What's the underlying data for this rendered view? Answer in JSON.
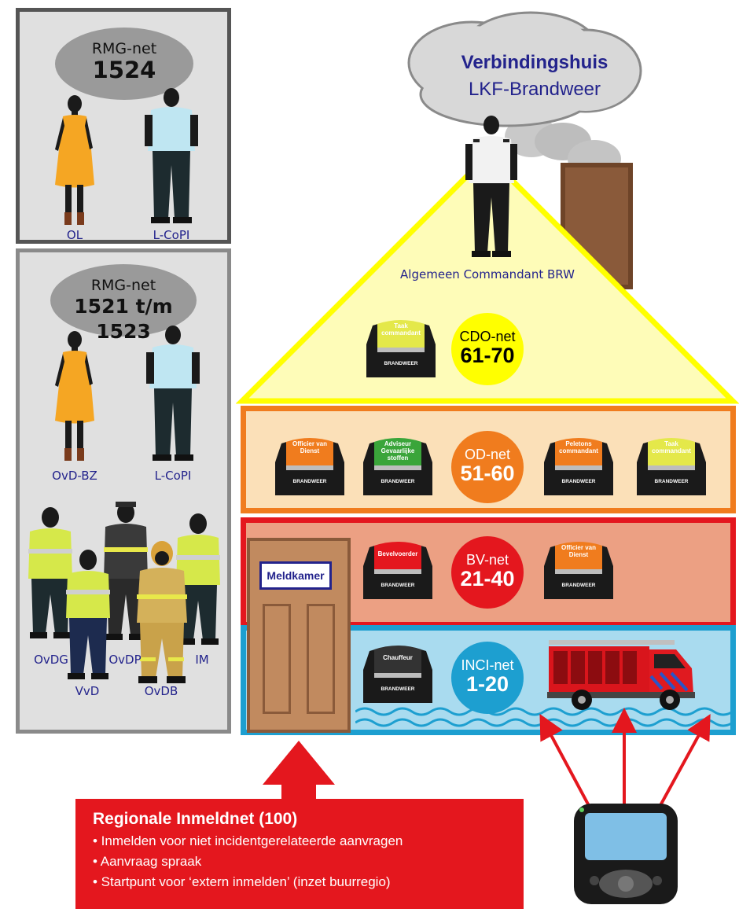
{
  "top_panel": {
    "net_label": "RMG-net",
    "net_number": "1524",
    "people": [
      "OL",
      "L-CoPI"
    ]
  },
  "mid_panel": {
    "net_label": "RMG-net",
    "net_number": "1521 t/m 1523",
    "people": [
      "OvD-BZ",
      "L-CoPI"
    ],
    "group": [
      "OvDG",
      "OvDP",
      "IM",
      "VvD",
      "OvDB"
    ]
  },
  "cloud": {
    "title": "Verbindingshuis",
    "subtitle": "LKF-Brandweer"
  },
  "roof": {
    "person_label": "Algemeen Commandant BRW",
    "jacket": "Taak commandant",
    "net_label": "CDO-net",
    "net_number": "61-70"
  },
  "od_band": {
    "jackets": [
      "Officier van Dienst",
      "Adviseur Gevaarlijke stoffen",
      "Peletons commandant",
      "Taak commandant"
    ],
    "net_label": "OD-net",
    "net_number": "51-60"
  },
  "bv_band": {
    "jackets": [
      "Bevelvoerder",
      "Officier van Dienst"
    ],
    "net_label": "BV-net",
    "net_number": "21-40"
  },
  "inci_band": {
    "jacket": "Chauffeur",
    "net_label": "INCI-net",
    "net_number": "1-20"
  },
  "jacket_brand": "BRANDWEER",
  "door_sign": "Meldkamer",
  "callout": {
    "title": "Regionale Inmeldnet (100)",
    "bullets": [
      "• Inmelden voor niet incidentgerelateerde aanvragen",
      "• Aanvraag spraak",
      "• Startpunt voor ‘extern inmelden’ (inzet buurregio)"
    ]
  },
  "colors": {
    "yellow": "#ffff00",
    "orange": "#f07c1e",
    "red": "#e4171e",
    "blue": "#1d9fd0",
    "navy": "#23238c"
  }
}
